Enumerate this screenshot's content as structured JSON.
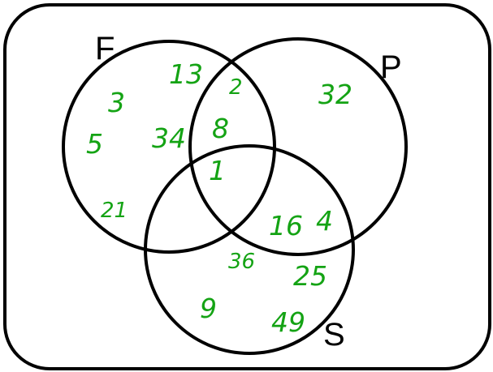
{
  "diagram": {
    "type": "venn",
    "sets": [
      {
        "id": "F",
        "label": "F"
      },
      {
        "id": "P",
        "label": "P"
      },
      {
        "id": "S",
        "label": "S"
      }
    ],
    "regions": {
      "f_only": [
        "13",
        "3",
        "5",
        "34",
        "21"
      ],
      "f_and_p_only": [
        "2",
        "8"
      ],
      "f_p_s": "1",
      "p_only": "32",
      "p_and_s_only": [
        "16",
        "4"
      ],
      "s_only": [
        "36",
        "25",
        "9",
        "49"
      ]
    },
    "colors": {
      "outline": "#000000",
      "numbers": "#14a314",
      "background": "#ffffff"
    }
  }
}
